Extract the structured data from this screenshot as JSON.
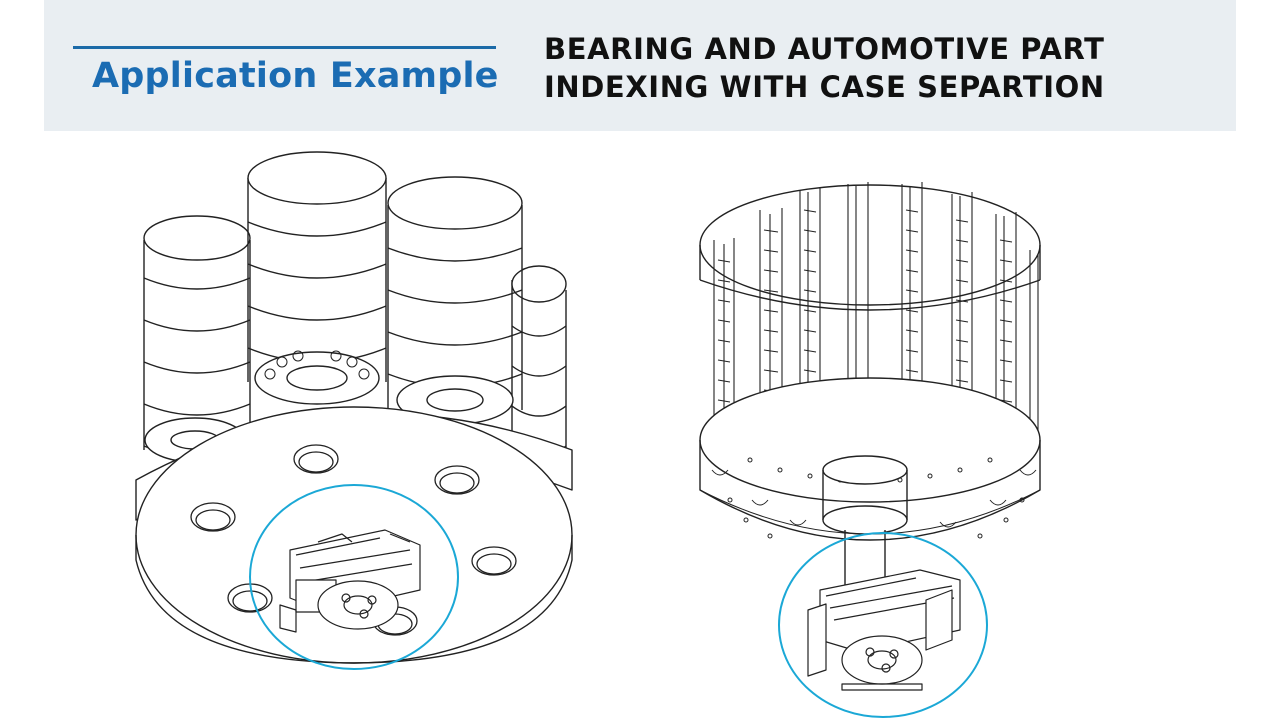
{
  "header": {
    "title": "Application Example",
    "subtitle_line1": "BEARING AND AUTOMOTIVE PART",
    "subtitle_line2": "INDEXING WITH CASE SEPARTION"
  },
  "colors": {
    "header_band": "#e9eef2",
    "title_blue": "#1b6cb3",
    "highlight_circle": "#1ba8d6",
    "line_art": "#222222"
  }
}
